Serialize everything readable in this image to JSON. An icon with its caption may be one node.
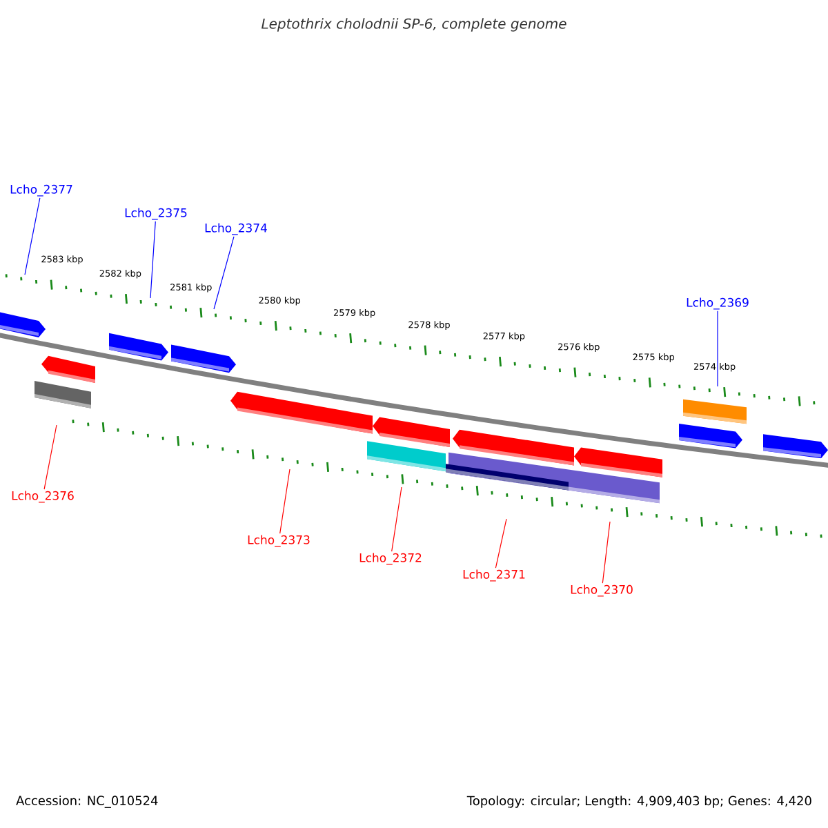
{
  "diagram": {
    "title": "Leptothrix cholodnii SP-6, complete genome",
    "nodes": [
      {
        "text": [
          "Lcho_2377"
        ]
      },
      {
        "text": [
          "Lcho_2375"
        ]
      },
      {
        "text": [
          "Lcho_2374"
        ]
      },
      {
        "text": [
          "Lcho_2369"
        ]
      },
      {
        "text": [
          "Lcho_2376"
        ]
      },
      {
        "text": [
          "Lcho_2373"
        ]
      },
      {
        "text": [
          "Lcho_2372"
        ]
      },
      {
        "text": [
          "Lcho_2371"
        ]
      },
      {
        "text": [
          "Lcho_2370"
        ]
      }
    ],
    "edges": [
      {
        "from": 0,
        "to": null,
        "arrow": "none",
        "color": "#0000ff"
      },
      {
        "from": 1,
        "to": null,
        "arrow": "none",
        "color": "#0000ff"
      },
      {
        "from": 2,
        "to": null,
        "arrow": "none",
        "color": "#0000ff"
      },
      {
        "from": 3,
        "to": null,
        "arrow": "none",
        "color": "#0000ff"
      },
      {
        "from": 4,
        "to": null,
        "arrow": "none",
        "color": "#ff0000"
      },
      {
        "from": 5,
        "to": null,
        "arrow": "none",
        "color": "#ff0000"
      },
      {
        "from": 6,
        "to": null,
        "arrow": "none",
        "color": "#ff0000"
      },
      {
        "from": 7,
        "to": null,
        "arrow": "none",
        "color": "#ff0000"
      },
      {
        "from": 8,
        "to": null,
        "arrow": "none",
        "color": "#ff0000"
      }
    ],
    "labels": [
      "2583 kbp",
      "2582 kbp",
      "2581 kbp",
      "2580 kbp",
      "2579 kbp",
      "2578 kbp",
      "2577 kbp",
      "2576 kbp",
      "2575 kbp",
      "2574 kbp",
      "Accession: NC_010524",
      "Topology: circular; Length: 4,909,403 bp; Genes: 4,420"
    ]
  }
}
